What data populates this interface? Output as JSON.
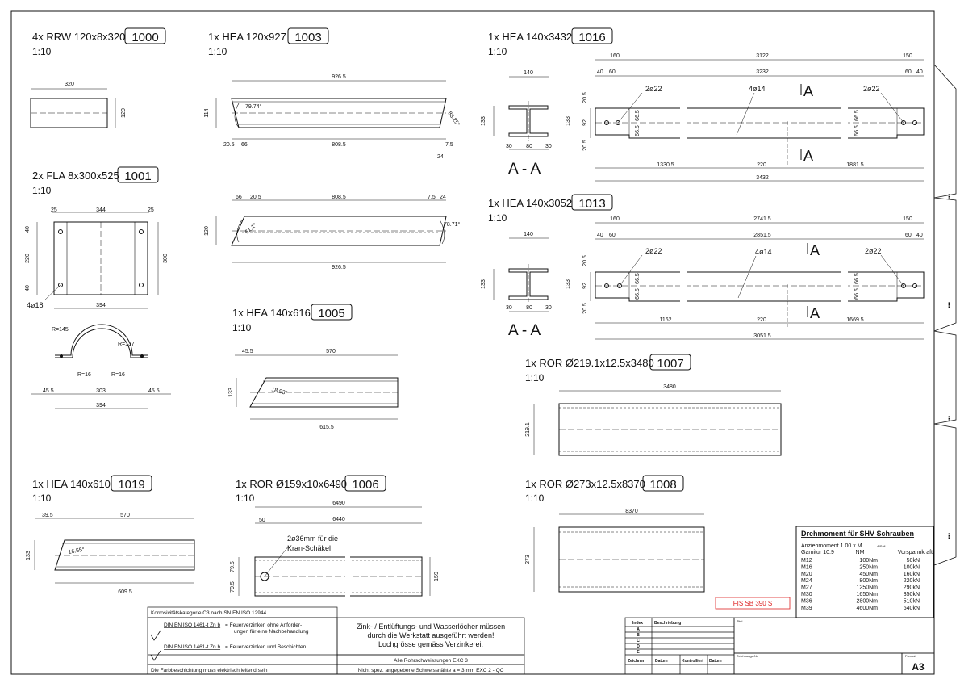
{
  "parts": {
    "p1000": {
      "label": "4x RRW 120x8x320",
      "num": "1000",
      "scale": "1:10",
      "dims": {
        "len": "320",
        "h": "120"
      }
    },
    "p1003": {
      "label": "1x HEA 120x927",
      "num": "1003",
      "scale": "1:10",
      "dims": {
        "total": "926.5",
        "h": "114",
        "angle1": "79.74°",
        "angle2": "86.25°",
        "d1": "20.5",
        "d2": "66",
        "d3": "808.5",
        "d4": "7.5",
        "d5": "24"
      }
    },
    "p1003b": {
      "dims": {
        "d1": "66",
        "d2": "20.5",
        "d3": "808.5",
        "d4": "7.5",
        "d5": "24",
        "h": "120",
        "angle1": "61.1°",
        "angle2": "78.71°",
        "total": "926.5"
      }
    },
    "p1001": {
      "label": "2x FLA 8x300x525",
      "num": "1001",
      "scale": "1:10",
      "dims": {
        "w1": "25",
        "w2": "344",
        "w3": "25",
        "h1": "40",
        "h2": "220",
        "h3": "40",
        "h": "300",
        "holes": "4ø18",
        "len": "394",
        "r1": "R=145",
        "r2": "R=137",
        "r3": "R=16",
        "r4": "R=16",
        "s1": "45.5",
        "s2": "303",
        "s3": "45.5",
        "len2": "394"
      }
    },
    "p1005": {
      "label": "1x HEA 140x616",
      "num": "1005",
      "scale": "1:10",
      "dims": {
        "d1": "45.5",
        "d2": "570",
        "h": "133",
        "angle": "18.93°",
        "total": "615.5"
      }
    },
    "p1019": {
      "label": "1x HEA 140x610",
      "num": "1019",
      "scale": "1:10",
      "dims": {
        "d1": "39.5",
        "d2": "570",
        "h": "133",
        "angle": "16.55°",
        "total": "609.5"
      }
    },
    "p1006": {
      "label": "1x ROR Ø159x10x6490",
      "num": "1006",
      "scale": "1:10",
      "dims": {
        "total": "6490",
        "inner": "6440",
        "d1": "50",
        "h1": "79.5",
        "h2": "79.5",
        "h": "159",
        "note1": "2ø36mm für die",
        "note2": "Kran-Schäkel"
      }
    },
    "p1016": {
      "label": "1x HEA 140x3432",
      "num": "1016",
      "scale": "1:10",
      "section": "A - A",
      "sec": {
        "w": "140",
        "h": "133",
        "a": "30",
        "b": "80",
        "c": "30"
      },
      "dims": {
        "t1": "160",
        "t2": "3122",
        "t3": "150",
        "u1": "40",
        "u2": "60",
        "u3": "3232",
        "u4": "60",
        "u5": "40",
        "h1": "20.5",
        "h2": "133",
        "h3": "92",
        "h4": "20.5",
        "m1": "66.5",
        "m2": "66.5",
        "m3": "66.5",
        "m4": "66.5",
        "hole1": "2ø22",
        "hole2": "4ø14",
        "hole3": "2ø22",
        "b1": "1330.5",
        "b2": "220",
        "b3": "1881.5",
        "total": "3432",
        "secA": "A"
      }
    },
    "p1013": {
      "label": "1x HEA 140x3052",
      "num": "1013",
      "scale": "1:10",
      "section": "A - A",
      "sec": {
        "w": "140",
        "h": "133",
        "a": "30",
        "b": "80",
        "c": "30"
      },
      "dims": {
        "t1": "160",
        "t2": "2741.5",
        "t3": "150",
        "u1": "40",
        "u2": "60",
        "u3": "2851.5",
        "u4": "60",
        "u5": "40",
        "h1": "20.5",
        "h2": "133",
        "h3": "92",
        "h4": "20.5",
        "m1": "66.5",
        "m2": "66.5",
        "m3": "66.5",
        "m4": "66.5",
        "hole1": "2ø22",
        "hole2": "4ø14",
        "hole3": "2ø22",
        "b1": "1162",
        "b2": "220",
        "b3": "1669.5",
        "total": "3051.5",
        "secA": "A"
      }
    },
    "p1007": {
      "label": "1x ROR Ø219.1x12.5x3480",
      "num": "1007",
      "scale": "1:10",
      "dims": {
        "len": "3480",
        "h": "219.1"
      }
    },
    "p1008": {
      "label": "1x ROR Ø273x12.5x8370",
      "num": "1008",
      "scale": "1:10",
      "dims": {
        "len": "8370",
        "h": "273"
      }
    }
  },
  "torque": {
    "title": "Drehmoment für SHV Schrauben",
    "sub1": "Anziehmoment 1.00 x M",
    "sub1b": "A/Soll",
    "sub2": "Garnitur 10.9",
    "col_nm": "NM",
    "col_vk": "Vorspannkraft",
    "rows": [
      {
        "m": "M12",
        "nm": "100Nm",
        "kn": "50kN"
      },
      {
        "m": "M16",
        "nm": "250Nm",
        "kn": "100kN"
      },
      {
        "m": "M20",
        "nm": "450Nm",
        "kn": "160kN"
      },
      {
        "m": "M24",
        "nm": "800Nm",
        "kn": "220kN"
      },
      {
        "m": "M27",
        "nm": "1250Nm",
        "kn": "290kN"
      },
      {
        "m": "M30",
        "nm": "1650Nm",
        "kn": "350kN"
      },
      {
        "m": "M36",
        "nm": "2800Nm",
        "kn": "510kN"
      },
      {
        "m": "M39",
        "nm": "4600Nm",
        "kn": "640kN"
      }
    ]
  },
  "stamp": "FIS SB 390 S",
  "titleblock": {
    "korr": "Korrosivitätskategorie C3 nach SN EN ISO 12944",
    "iso1a": "DIN EN ISO 1461-t Zn b",
    "iso1b": "= Feuerverzinken ohne Anforder-",
    "iso1c": "ungen für eine Nachbehandlung",
    "iso2a": "DIN EN ISO 1461-t Zn b",
    "iso2b": "= Feuerverzinken und Beschichten",
    "farb": "Die Farbbeschichtung muss elektrisch leitend sein",
    "zink1": "Zink- / Entlüftungs- und Wasserlöcher müssen",
    "zink2": "durch die Werkstatt ausgeführt werden!",
    "zink3": "Lochgrösse gemäss Verzinkerei.",
    "weld1": "Alle Rohrschweissungen EXC 3",
    "weld2": "Nicht spez. angegebene Schweissnähte a = 3 mm EXC 2 - QC",
    "index": "Index",
    "beschr": "Beschriebung",
    "idx": [
      "A",
      "B",
      "C",
      "D",
      "E"
    ],
    "zeichner": "Zeichner",
    "datum": "Datum",
    "kontrolliert": "Kontrolliert",
    "datum2": "Datum",
    "titel": "Titel",
    "zeichnr": "Zeichnungs-Nr.",
    "format": "Format",
    "formatval": "A3"
  }
}
